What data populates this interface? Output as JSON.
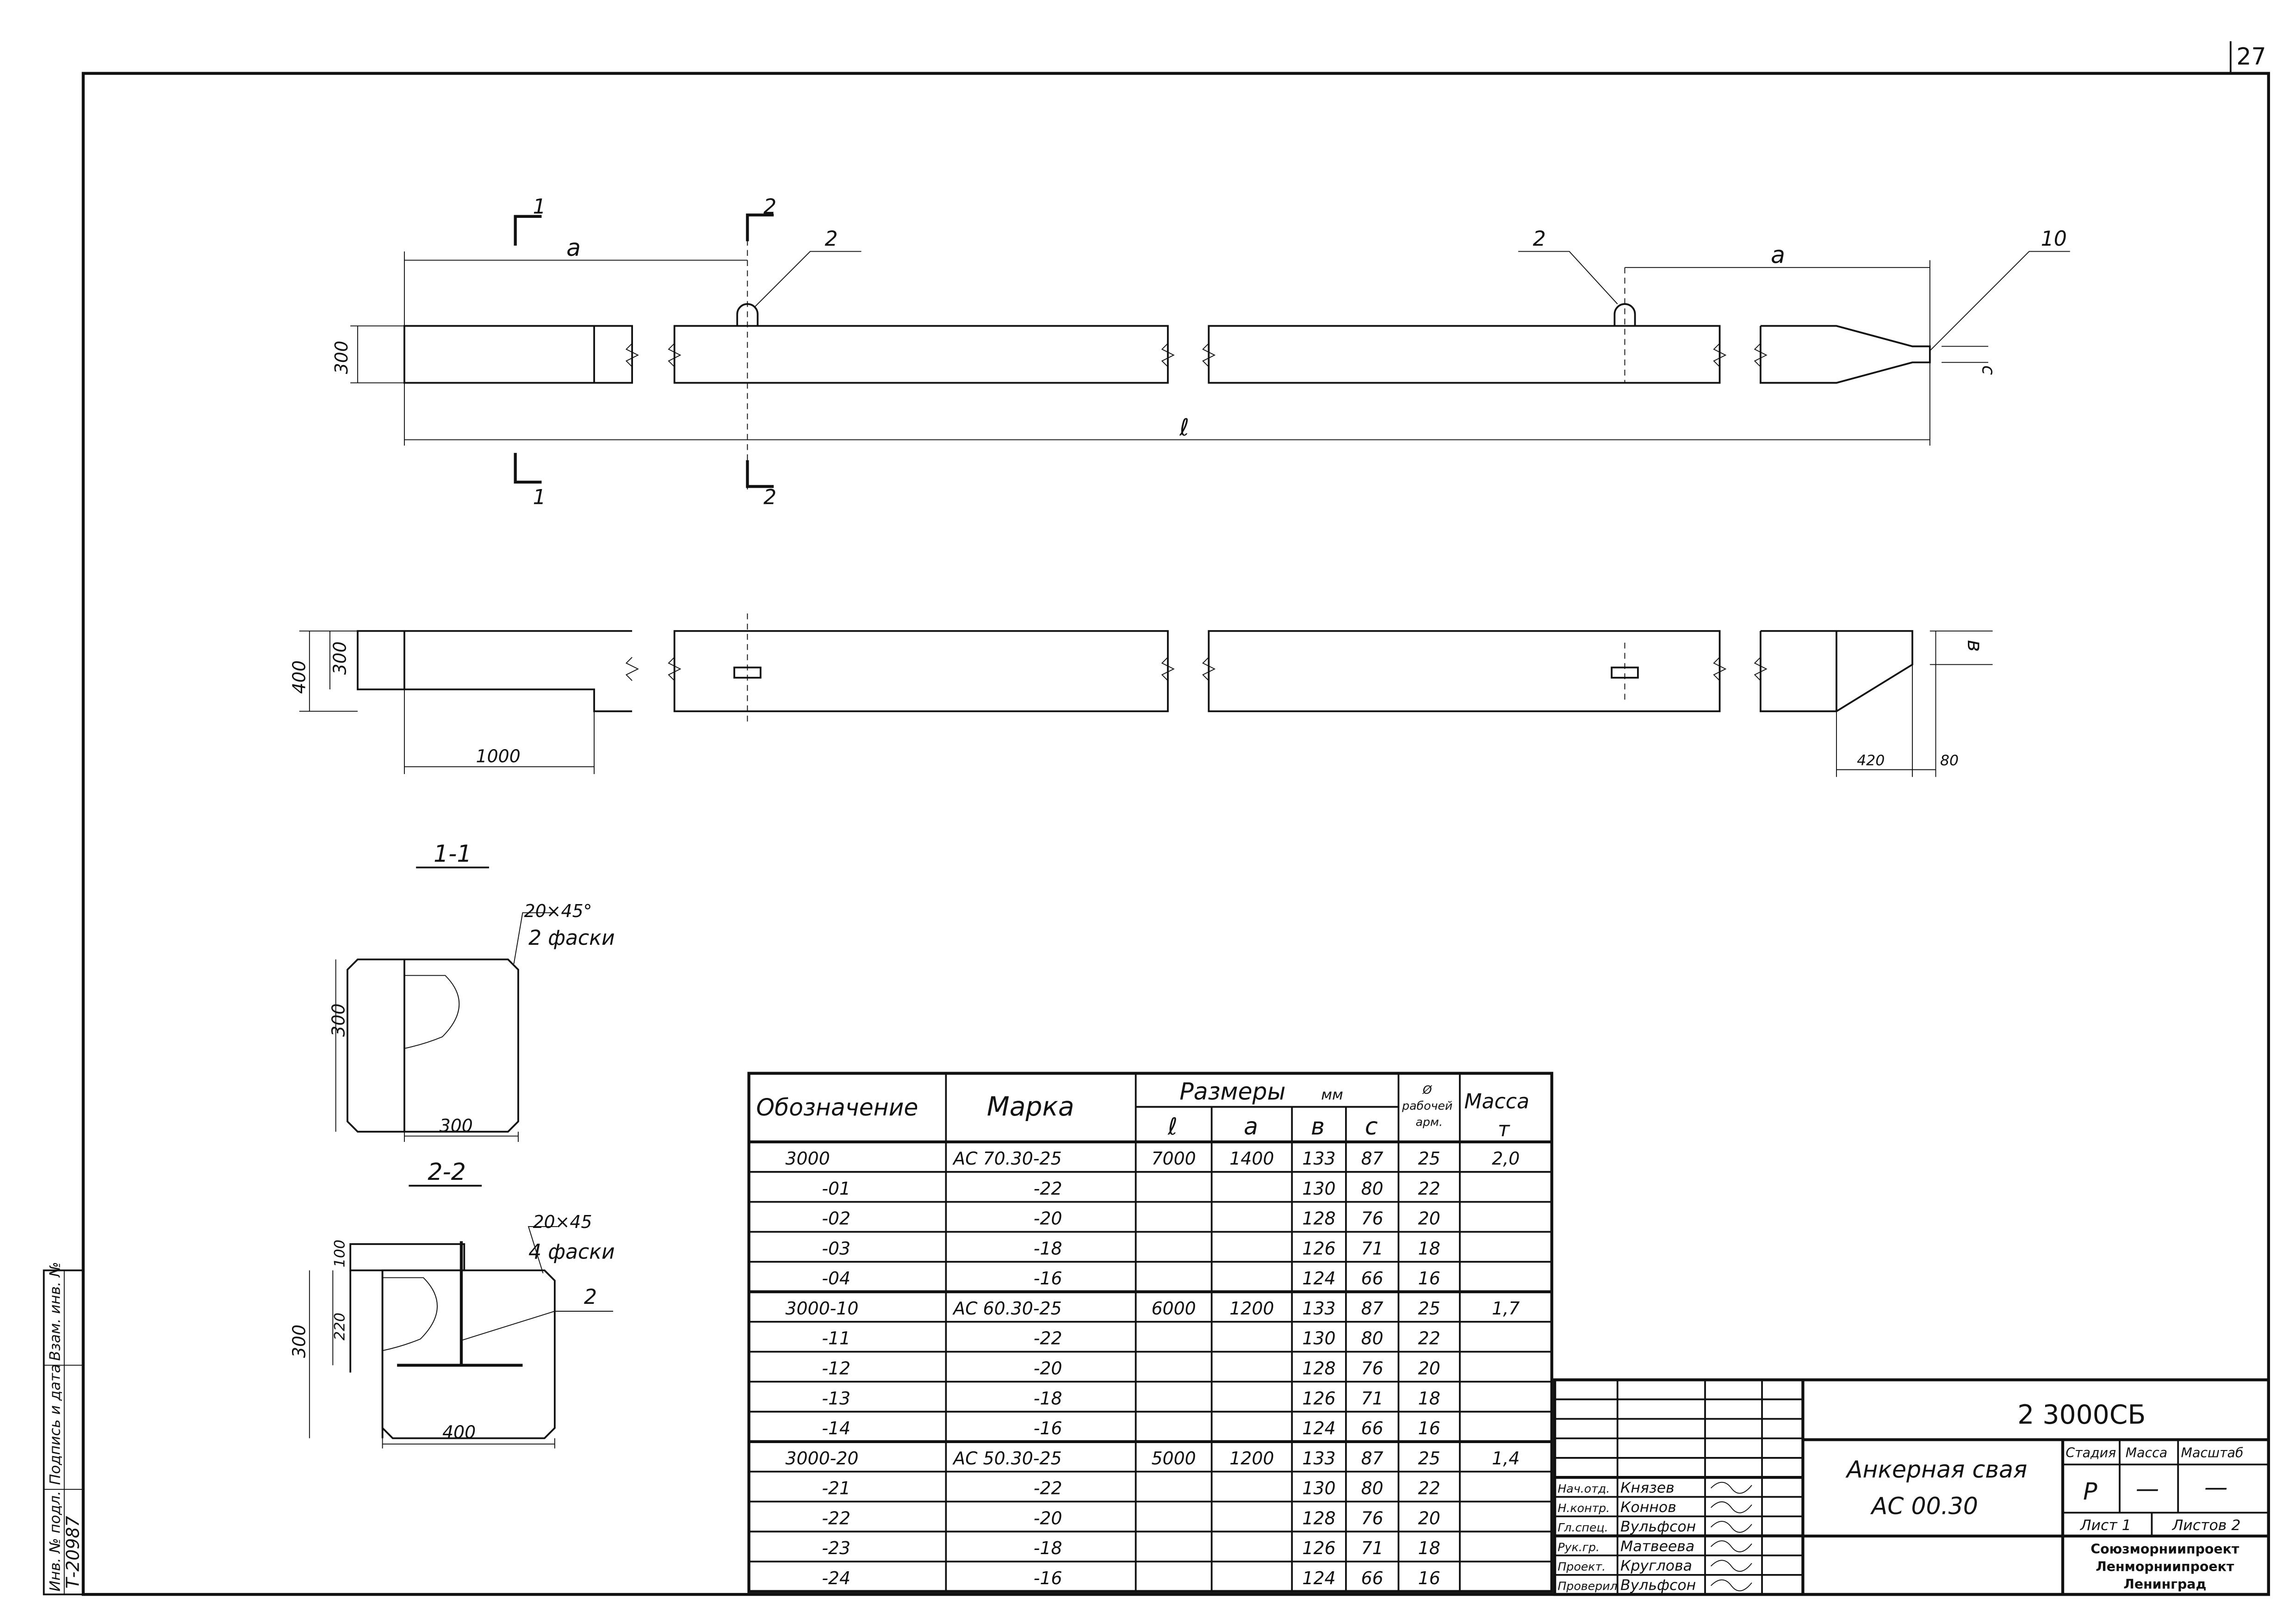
{
  "page_number": "27",
  "side_stamp": {
    "inv_no_label": "Инв. № подл.",
    "signature_label": "Подпись и дата",
    "replace_label": "Взам. инв. №",
    "inv_value": "Т-20987"
  },
  "elevation": {
    "section1": "1",
    "section2": "2",
    "dim_a": "a",
    "dim_l": "ℓ",
    "dim_height": "300",
    "callout_loop": "2",
    "callout_tip": "10",
    "dim_c": "c"
  },
  "plan": {
    "dim_width": "400",
    "dim_inner": "300",
    "dim_1000": "1000",
    "dim_420": "420",
    "dim_80": "80",
    "dim_b": "в"
  },
  "section_1_1": {
    "title": "1-1",
    "chamfer": "20×45°",
    "chamfer_note": "2 фаски",
    "width": "300",
    "height": "300"
  },
  "section_2_2": {
    "title": "2-2",
    "chamfer": "20×45",
    "chamfer_note": "4 фаски",
    "callout": "2",
    "height": "300",
    "inner": "220",
    "top": "100",
    "width": "400"
  },
  "table": {
    "headers": {
      "designation": "Обозначение",
      "mark": "Марка",
      "sizes": "Размеры",
      "sizes_unit": "мм",
      "l": "ℓ",
      "a": "a",
      "b": "в",
      "c": "c",
      "rebar": "Ø рабочей арм.",
      "mass": "Масса",
      "mass_unit": "т"
    },
    "rows": [
      [
        "3000",
        "АС 70.30-25",
        "7000",
        "1400",
        "133",
        "87",
        "25",
        "2,0"
      ],
      [
        "-01",
        "-22",
        "",
        "",
        "130",
        "80",
        "22",
        ""
      ],
      [
        "-02",
        "-20",
        "",
        "",
        "128",
        "76",
        "20",
        ""
      ],
      [
        "-03",
        "-18",
        "",
        "",
        "126",
        "71",
        "18",
        ""
      ],
      [
        "-04",
        "-16",
        "",
        "",
        "124",
        "66",
        "16",
        ""
      ],
      [
        "3000-10",
        "АС 60.30-25",
        "6000",
        "1200",
        "133",
        "87",
        "25",
        "1,7"
      ],
      [
        "-11",
        "-22",
        "",
        "",
        "130",
        "80",
        "22",
        ""
      ],
      [
        "-12",
        "-20",
        "",
        "",
        "128",
        "76",
        "20",
        ""
      ],
      [
        "-13",
        "-18",
        "",
        "",
        "126",
        "71",
        "18",
        ""
      ],
      [
        "-14",
        "-16",
        "",
        "",
        "124",
        "66",
        "16",
        ""
      ],
      [
        "3000-20",
        "АС 50.30-25",
        "5000",
        "1200",
        "133",
        "87",
        "25",
        "1,4"
      ],
      [
        "-21",
        "-22",
        "",
        "",
        "130",
        "80",
        "22",
        ""
      ],
      [
        "-22",
        "-20",
        "",
        "",
        "128",
        "76",
        "20",
        ""
      ],
      [
        "-23",
        "-18",
        "",
        "",
        "126",
        "71",
        "18",
        ""
      ],
      [
        "-24",
        "-16",
        "",
        "",
        "124",
        "66",
        "16",
        ""
      ]
    ]
  },
  "title_block": {
    "doc_code": "2 3000СБ",
    "title_line1": "Анкерная свая",
    "title_line2": "АС 00.30",
    "stage_label": "Стадия",
    "mass_label": "Масса",
    "scale_label": "Масштаб",
    "stage": "Р",
    "mass": "—",
    "scale": "—",
    "sheet": "Лист 1",
    "sheets": "Листов 2",
    "org1": "Союзморниипроект",
    "org2": "Ленморниипроект",
    "org3": "Ленинград",
    "signers": [
      {
        "role": "Нач.отд.",
        "name": "Князев"
      },
      {
        "role": "Н.контр.",
        "name": "Коннов"
      },
      {
        "role": "Гл.спец.",
        "name": "Вульфсон"
      },
      {
        "role": "Рук.гр.",
        "name": "Матвеева"
      },
      {
        "role": "Проект.",
        "name": "Круглова"
      },
      {
        "role": "Проверил",
        "name": "Вульфсон"
      }
    ]
  }
}
